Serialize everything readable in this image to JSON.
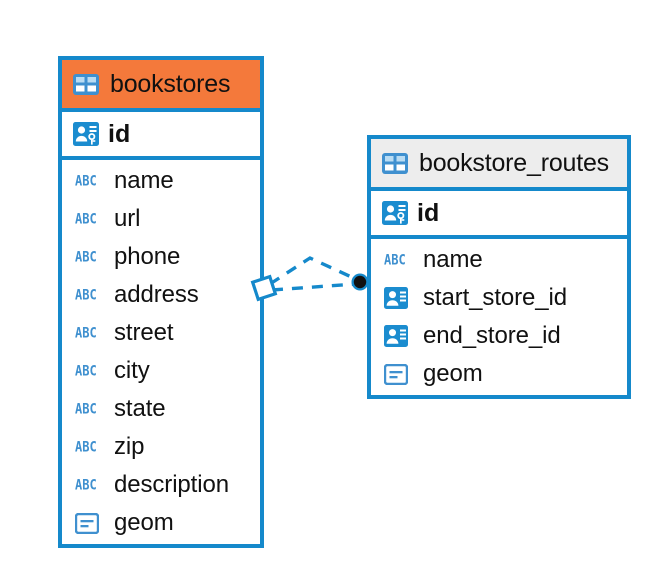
{
  "diagram": {
    "type": "entity-relationship-diagram",
    "background_color": "#ffffff",
    "accent_color": "#1589cb",
    "highlight_color": "#f4793b",
    "neutral_header_color": "#ededed"
  },
  "entities": [
    {
      "name": "bookstores",
      "header_style": "highlighted",
      "primary_key": {
        "name": "id",
        "icon": "primary-key-icon"
      },
      "fields": [
        {
          "name": "name",
          "icon": "abc-text-icon",
          "icon_label": "ABC"
        },
        {
          "name": "url",
          "icon": "abc-text-icon",
          "icon_label": "ABC"
        },
        {
          "name": "phone",
          "icon": "abc-text-icon",
          "icon_label": "ABC"
        },
        {
          "name": "address",
          "icon": "abc-text-icon",
          "icon_label": "ABC"
        },
        {
          "name": "street",
          "icon": "abc-text-icon",
          "icon_label": "ABC"
        },
        {
          "name": "city",
          "icon": "abc-text-icon",
          "icon_label": "ABC"
        },
        {
          "name": "state",
          "icon": "abc-text-icon",
          "icon_label": "ABC"
        },
        {
          "name": "zip",
          "icon": "abc-text-icon",
          "icon_label": "ABC"
        },
        {
          "name": "description",
          "icon": "abc-text-icon",
          "icon_label": "ABC"
        },
        {
          "name": "geom",
          "icon": "geometry-icon",
          "icon_label": ""
        }
      ]
    },
    {
      "name": "bookstore_routes",
      "header_style": "neutral",
      "primary_key": {
        "name": "id",
        "icon": "primary-key-icon"
      },
      "fields": [
        {
          "name": "name",
          "icon": "abc-text-icon",
          "icon_label": "ABC"
        },
        {
          "name": "start_store_id",
          "icon": "foreign-key-icon",
          "icon_label": ""
        },
        {
          "name": "end_store_id",
          "icon": "foreign-key-icon",
          "icon_label": ""
        },
        {
          "name": "geom",
          "icon": "geometry-icon",
          "icon_label": ""
        }
      ]
    }
  ],
  "relationship": {
    "from_entity": "bookstores",
    "to_entity": "bookstore_routes",
    "line_style": "dashed",
    "line_color": "#1589cb",
    "source_marker": "diamond-outline",
    "target_marker": "filled-circle",
    "target_marker_color": "#111111"
  }
}
